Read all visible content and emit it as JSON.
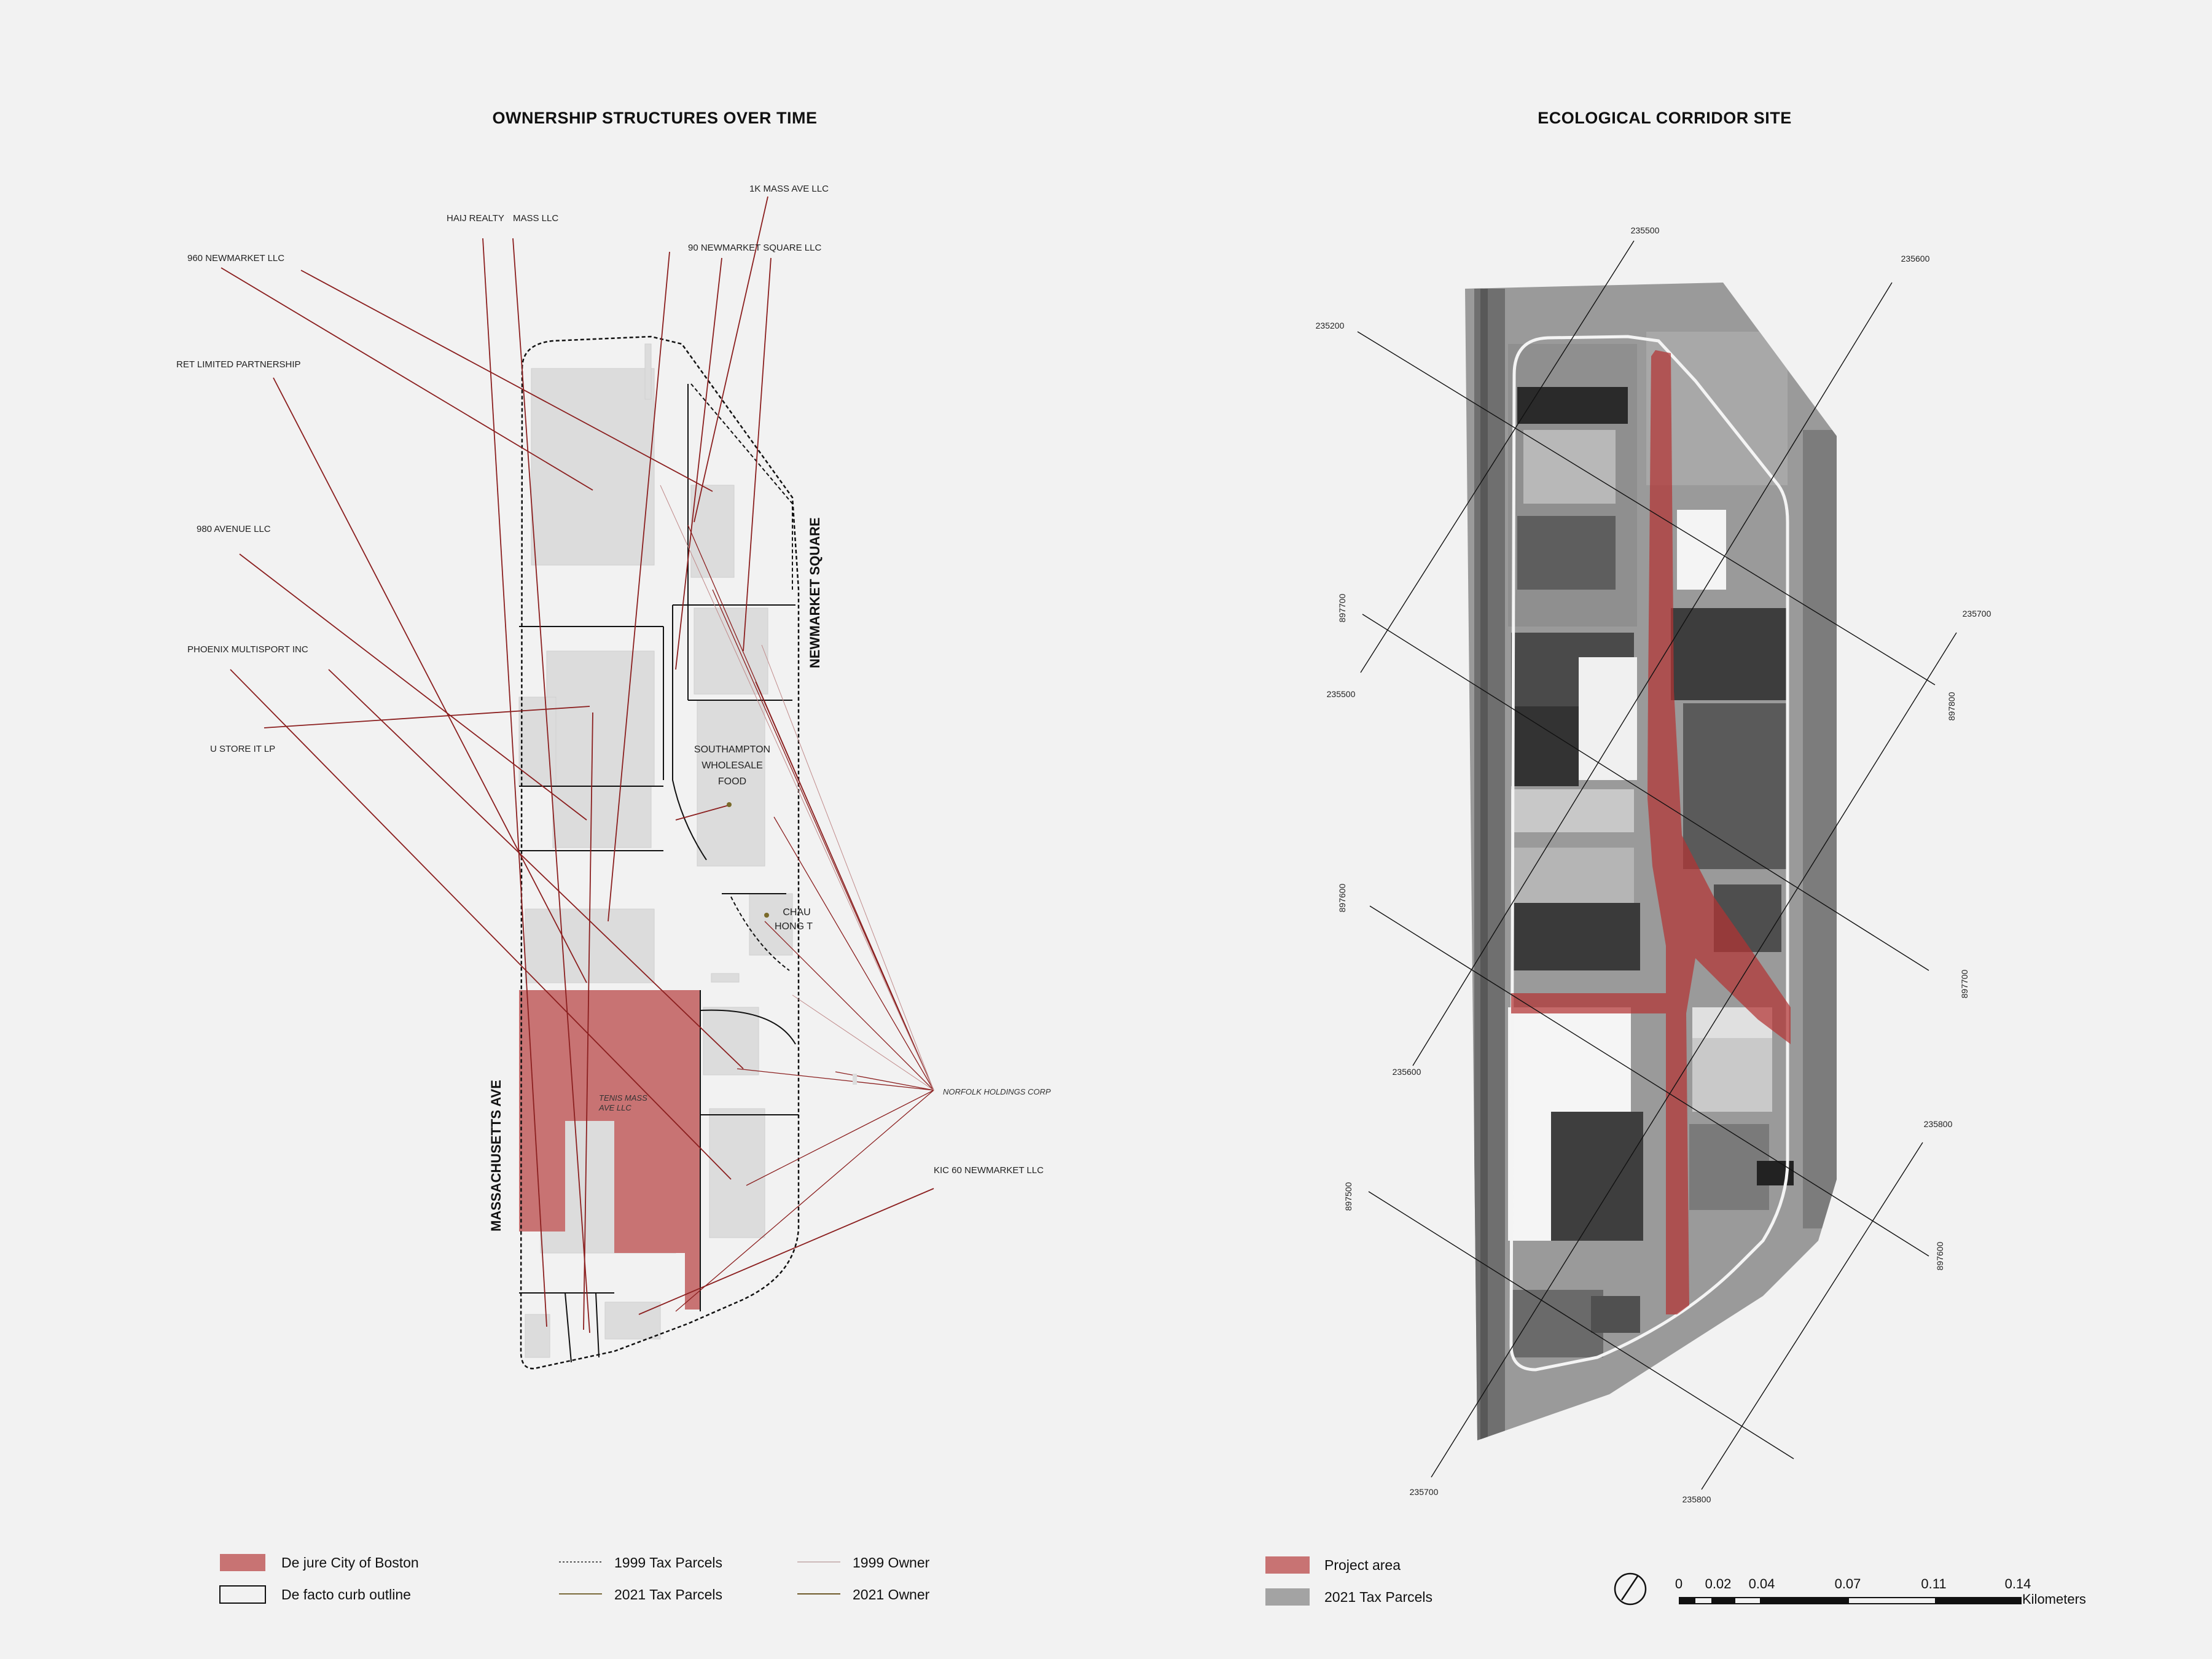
{
  "left_map": {
    "title": "OWNERSHIP STRUCTURES OVER TIME",
    "streets": {
      "west": "MASSACHUSETTS AVE",
      "east": "NEWMARKET SQUARE"
    },
    "owners": [
      {
        "id": "haij",
        "label": "HAIJ REALTY"
      },
      {
        "id": "mass",
        "label": "MASS LLC"
      },
      {
        "id": "onek",
        "label": "1K MASS AVE LLC"
      },
      {
        "id": "ninety",
        "label": "90 NEWMARKET SQUARE LLC"
      },
      {
        "id": "nine60",
        "label": "960 NEWMARKET LLC"
      },
      {
        "id": "ret",
        "label": "RET LIMITED PARTNERSHIP"
      },
      {
        "id": "nine80",
        "label": "980 AVENUE LLC"
      },
      {
        "id": "phoenix",
        "label": "PHOENIX MULTISPORT INC"
      },
      {
        "id": "ustore",
        "label": "U STORE IT LP"
      },
      {
        "id": "norfolk",
        "label": "NORFOLK HOLDINGS CORP"
      },
      {
        "id": "kic",
        "label": "KIC 60 NEWMARKET LLC"
      }
    ],
    "buildings": {
      "southampton": [
        "SOUTHAMPTON",
        "WHOLESALE",
        "FOOD"
      ],
      "chau": [
        "CHAU",
        "HONG T"
      ],
      "tenis": [
        "TENIS MASS",
        "AVE LLC"
      ]
    }
  },
  "right_map": {
    "title": "ECOLOGICAL CORRIDOR SITE",
    "coords": {
      "c235500_top": "235500",
      "c235600_top": "235600",
      "c235200": "235200",
      "c235700_right": "235700",
      "c235500_left": "235500",
      "c897700_left": "897700",
      "c897800_right": "897800",
      "c897600_left": "897600",
      "c897700_right": "897700",
      "c235600_bottom": "235600",
      "c235800_right": "235800",
      "c897500_left": "897500",
      "c897600_right": "897600",
      "c235700_bottom": "235700",
      "c235800_bottom": "235800"
    }
  },
  "legend": {
    "dejure": "De jure City of Boston",
    "defacto": "De facto curb outline",
    "tax1999": "1999 Tax Parcels",
    "tax2021": "2021 Tax Parcels",
    "owner1999": "1999 Owner",
    "owner2021": "2021 Owner",
    "project": "Project area",
    "parcels2021": "2021 Tax Parcels"
  },
  "scale_bar": {
    "ticks": [
      "0",
      "0.02",
      "0.04",
      "0.07",
      "0.11",
      "0.14"
    ],
    "unit": "Kilometers"
  },
  "colors": {
    "background": "#f2f2f2",
    "dejure_fill": "#c87373",
    "owner_line": "#8b1f1f",
    "owner_line_faint": "#c08a8a",
    "parcel_gray": "#a3a3a3",
    "building_gray": "#dcdcdc",
    "project_red": "#b33333"
  },
  "icons": {
    "north_arrow": "north-arrow-icon"
  }
}
